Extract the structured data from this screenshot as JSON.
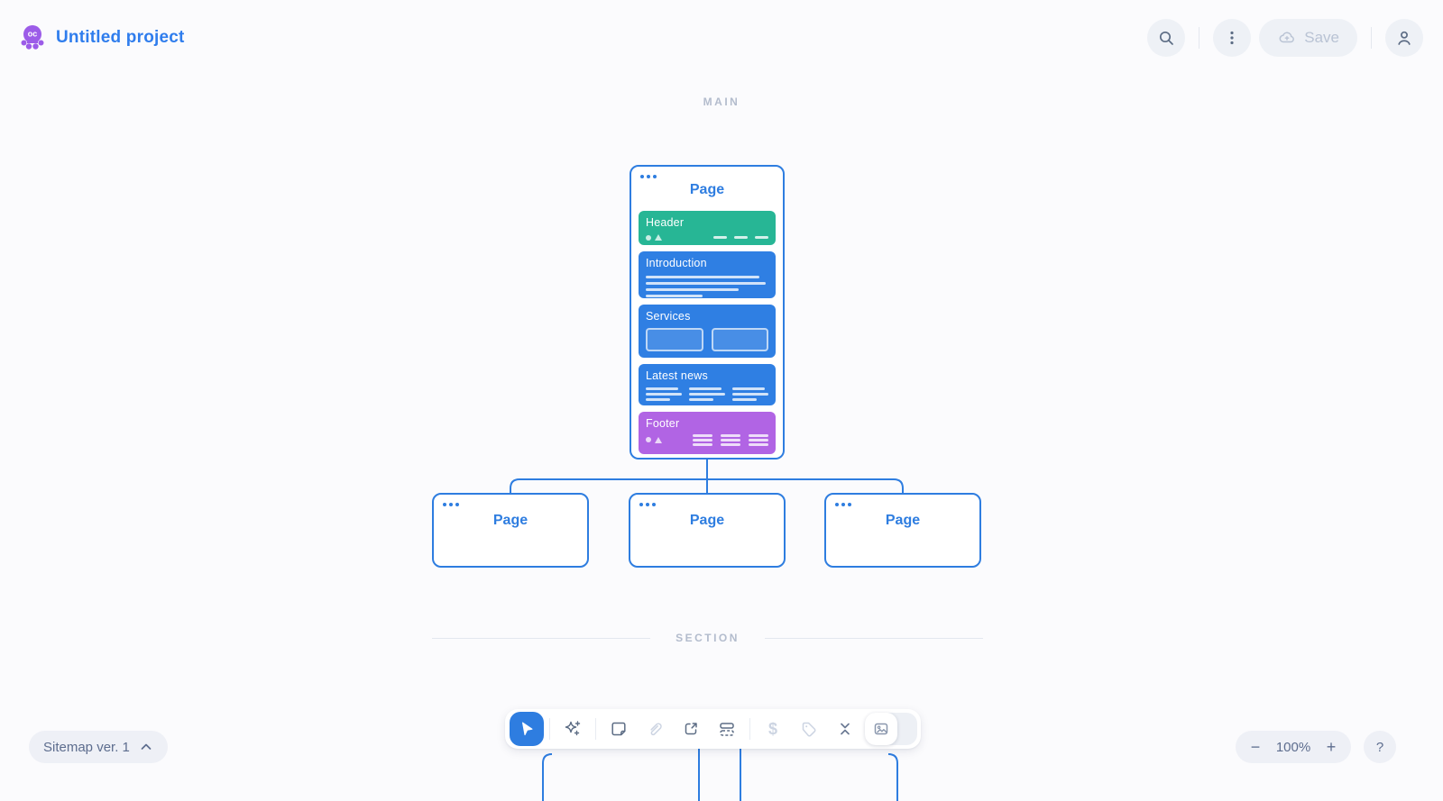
{
  "header": {
    "project_title": "Untitled project",
    "save_label": "Save",
    "icons": [
      "octopus-logo",
      "search-icon",
      "kebab-menu-icon",
      "cloud-upload-icon",
      "user-icon"
    ]
  },
  "canvas": {
    "main_label": "MAIN",
    "section_label": "SECTION",
    "main_page": {
      "title": "Page",
      "blocks": [
        {
          "name": "Header",
          "type": "header",
          "color": "#27b695"
        },
        {
          "name": "Introduction",
          "type": "text",
          "color": "#2f7fe3"
        },
        {
          "name": "Services",
          "type": "cards",
          "color": "#2f7fe3"
        },
        {
          "name": "Latest news",
          "type": "news",
          "color": "#2f7fe3"
        },
        {
          "name": "Footer",
          "type": "footer",
          "color": "#b164e4"
        }
      ]
    },
    "child_pages": [
      {
        "title": "Page"
      },
      {
        "title": "Page"
      },
      {
        "title": "Page"
      }
    ]
  },
  "toolbar": {
    "tools": [
      {
        "name": "cursor",
        "state": "active"
      },
      {
        "name": "ai-sparkles",
        "state": "enabled"
      },
      {
        "name": "note",
        "state": "enabled"
      },
      {
        "name": "attachment",
        "state": "disabled"
      },
      {
        "name": "external-link",
        "state": "enabled"
      },
      {
        "name": "sections",
        "state": "enabled"
      },
      {
        "name": "price",
        "state": "disabled"
      },
      {
        "name": "tag",
        "state": "disabled"
      },
      {
        "name": "collapse",
        "state": "enabled"
      },
      {
        "name": "image-toggle",
        "state": "off"
      }
    ],
    "price_glyph": "$"
  },
  "footer_bar": {
    "version_label": "Sitemap ver. 1",
    "zoom_out_label": "−",
    "zoom_value": "100%",
    "zoom_in_label": "+",
    "help_label": "?"
  },
  "colors": {
    "accent_blue": "#2e7de0",
    "block_blue": "#2f7fe3",
    "block_teal": "#27b695",
    "block_purple": "#b164e4",
    "logo_purple": "#9c5ce8",
    "title_blue": "#2f7ded",
    "muted_text": "#b3bccd",
    "slate_icon": "#5d6d85",
    "pill_bg": "#eef0f6"
  }
}
